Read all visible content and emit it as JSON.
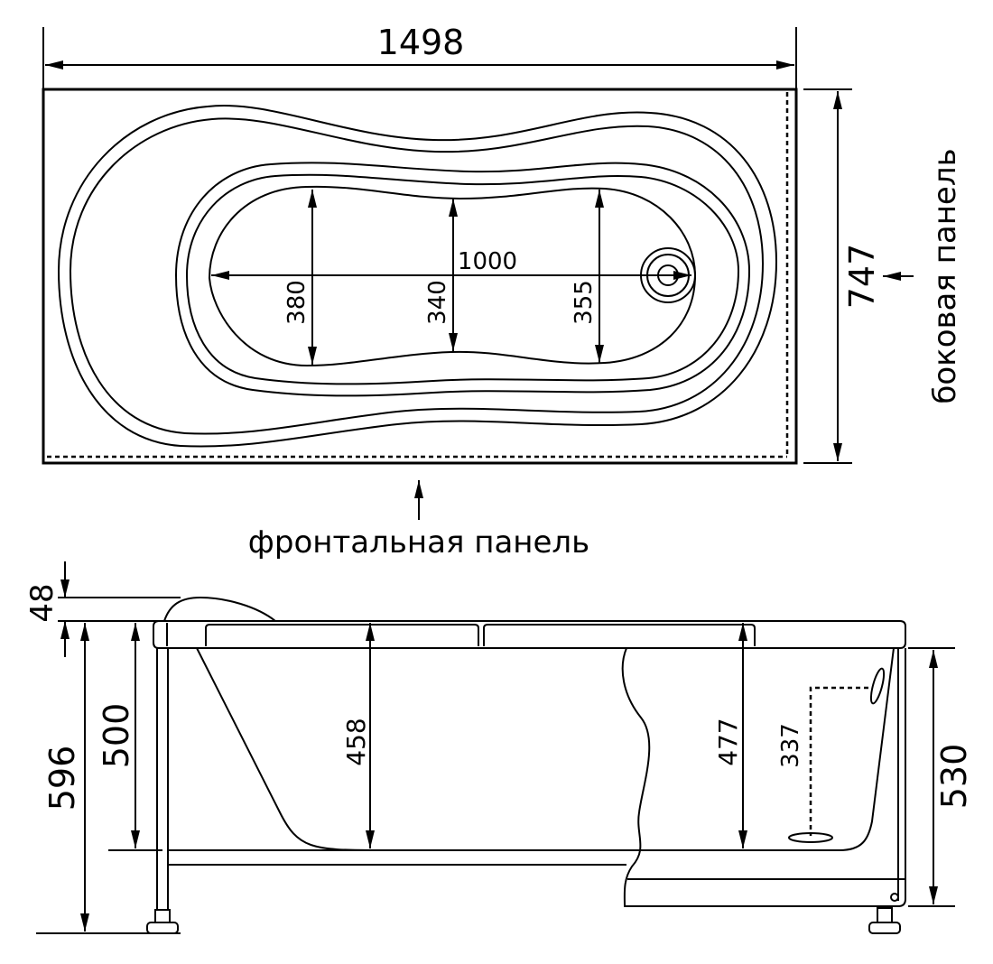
{
  "top_view": {
    "length": "1498",
    "width": "747",
    "inner_length": "1000",
    "width_left": "380",
    "width_middle": "340",
    "width_right": "355",
    "side_panel_label": "боковая панель",
    "front_panel_label": "фронтальная панель"
  },
  "side_view": {
    "rim_thickness": "48",
    "total_height": "596",
    "frame_height": "500",
    "depth_left": "458",
    "depth_right": "477",
    "overflow_height": "337",
    "panel_height": "530"
  }
}
